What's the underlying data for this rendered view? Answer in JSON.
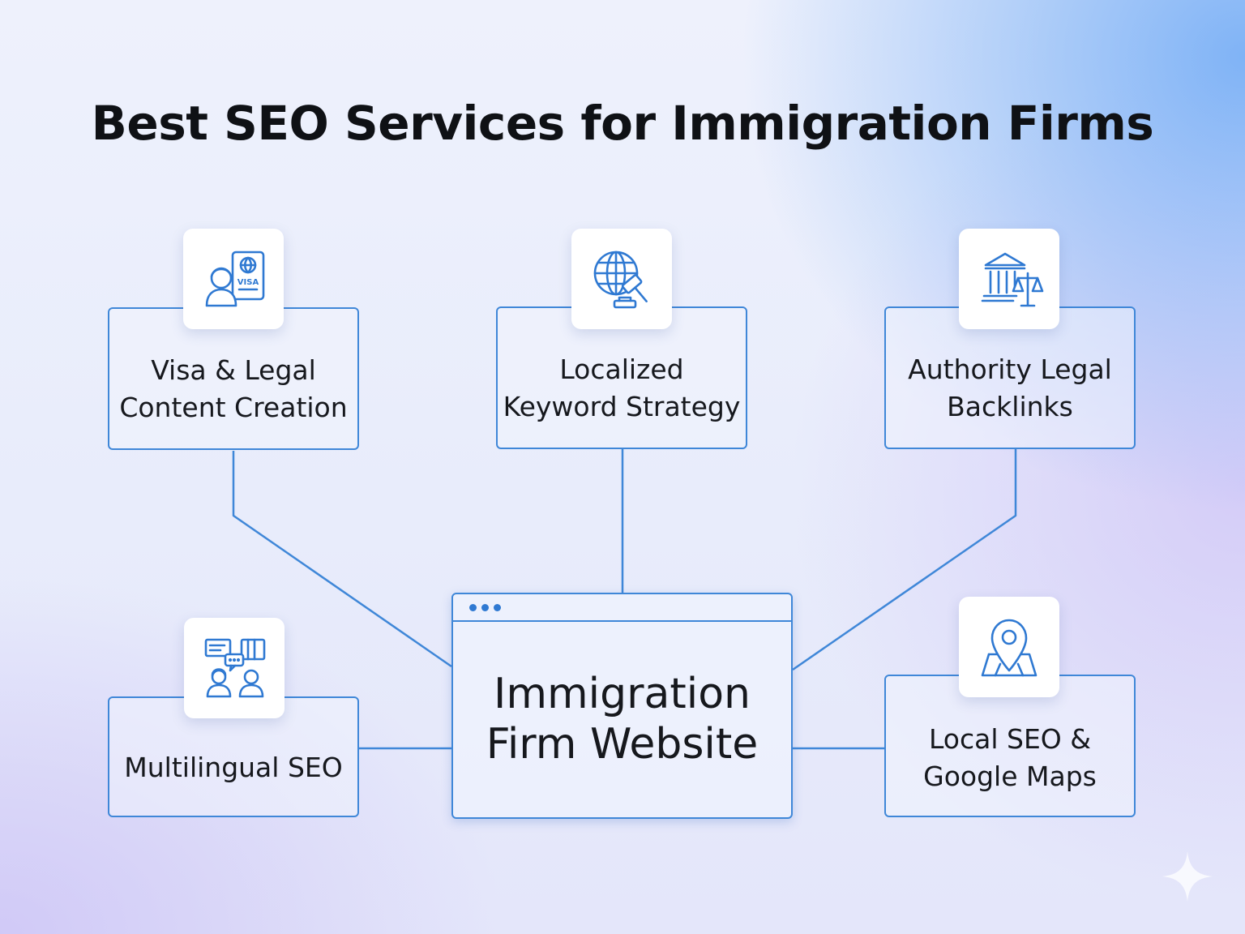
{
  "title": "Best SEO Services for Immigration Firms",
  "hub": {
    "label": "Immigration\nFirm Website"
  },
  "services": [
    {
      "id": "visa",
      "label": "Visa & Legal\nContent Creation",
      "icon": "visa-person-icon",
      "icon_text": "VISA"
    },
    {
      "id": "keyword",
      "label": "Localized\nKeyword Strategy",
      "icon": "globe-gavel-icon"
    },
    {
      "id": "backlinks",
      "label": "Authority Legal\nBacklinks",
      "icon": "courthouse-scales-icon"
    },
    {
      "id": "multilingual",
      "label": "Multilingual SEO",
      "icon": "people-chat-icon"
    },
    {
      "id": "local",
      "label": "Local SEO &\nGoogle Maps",
      "icon": "map-pin-icon"
    }
  ],
  "colors": {
    "accent": "#3f87d8",
    "icon": "#2f79d2",
    "text": "#16181d"
  }
}
